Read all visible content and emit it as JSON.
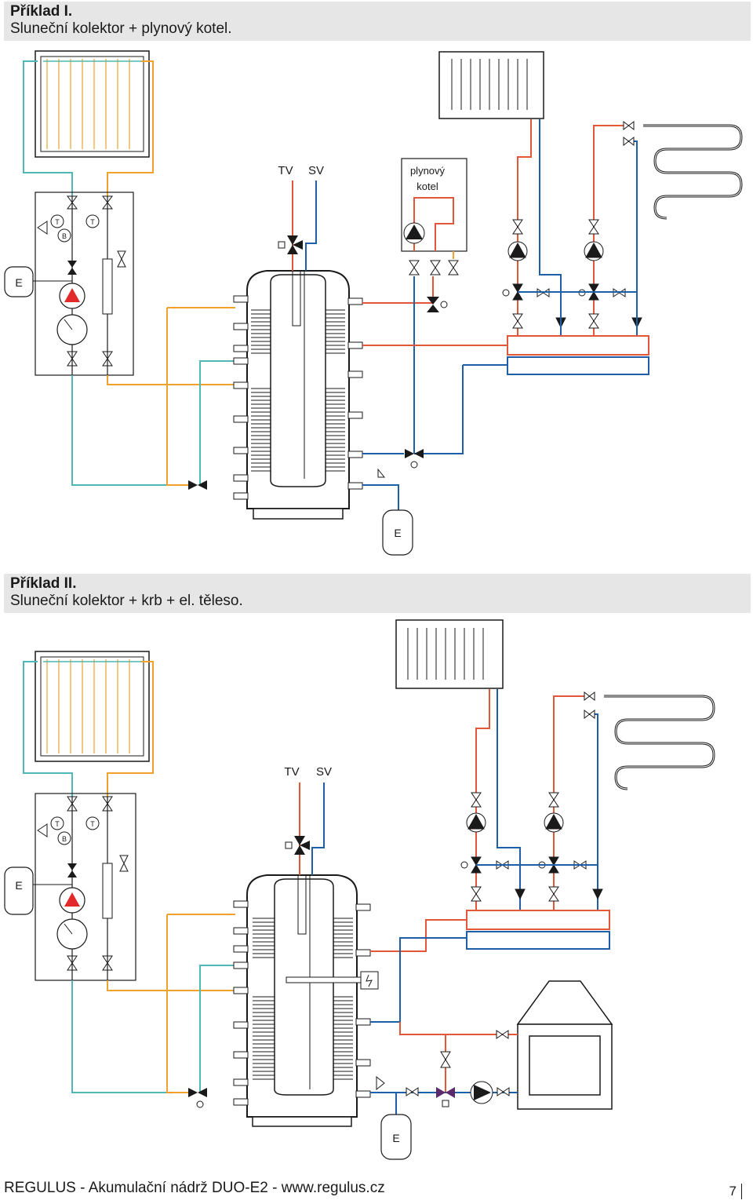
{
  "section1": {
    "title": "Příklad I.",
    "subtitle": "Sluneční kolektor + plynový kotel."
  },
  "section2": {
    "title": "Příklad II.",
    "subtitle": "Sluneční kolektor + krb + el. těleso."
  },
  "labels": {
    "tv": "TV",
    "sv": "SV",
    "boiler_line1": "plynový",
    "boiler_line2": "kotel",
    "expansion": "E",
    "sensor_t": "T",
    "sensor_b": "B"
  },
  "colors": {
    "hot": "#e2573a",
    "cold": "#1f5fa8",
    "solar": "#f0a22c",
    "solar_return": "#4fb8b4",
    "outline": "#1a1a1a"
  },
  "footer": {
    "text": "REGULUS - Akumulační nádrž DUO-E2 - www.regulus.cz",
    "page": "7"
  }
}
